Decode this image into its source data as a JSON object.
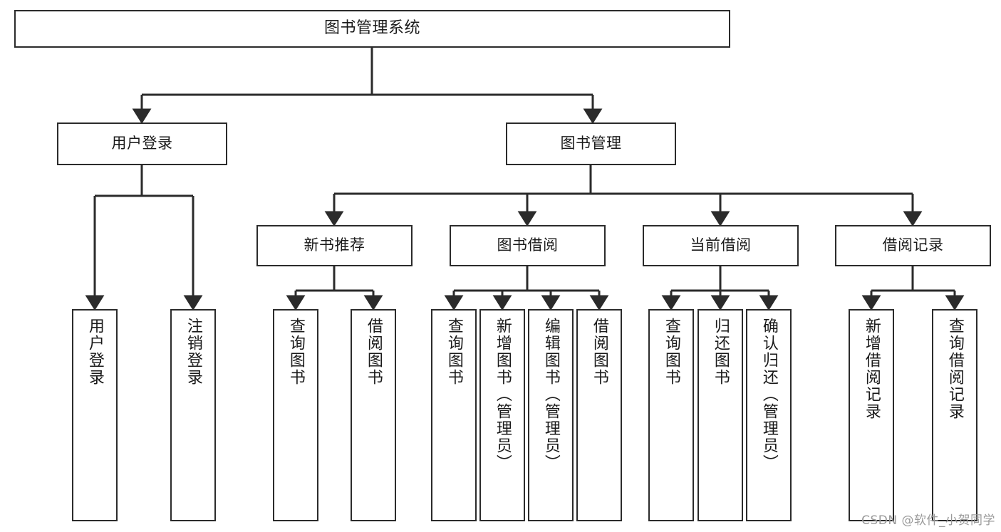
{
  "diagram": {
    "title_node": {
      "id": "root",
      "label": "图书管理系统"
    },
    "level2": [
      {
        "id": "login",
        "label": "用户登录"
      },
      {
        "id": "bookmgmt",
        "label": "图书管理"
      }
    ],
    "level3": [
      {
        "id": "newbook",
        "label": "新书推荐",
        "parent": "bookmgmt"
      },
      {
        "id": "borrow",
        "label": "图书借阅",
        "parent": "bookmgmt"
      },
      {
        "id": "current",
        "label": "当前借阅",
        "parent": "bookmgmt"
      },
      {
        "id": "records",
        "label": "借阅记录",
        "parent": "bookmgmt"
      }
    ],
    "leaves": [
      {
        "id": "leaf-1",
        "label": "用户登录",
        "parent": "login"
      },
      {
        "id": "leaf-2",
        "label": "注销登录",
        "parent": "login"
      },
      {
        "id": "leaf-3",
        "label": "查询图书",
        "parent": "newbook"
      },
      {
        "id": "leaf-4",
        "label": "借阅图书",
        "parent": "newbook"
      },
      {
        "id": "leaf-5",
        "label": "查询图书",
        "parent": "borrow"
      },
      {
        "id": "leaf-6",
        "label": "新增图书（管理员）",
        "parent": "borrow"
      },
      {
        "id": "leaf-7",
        "label": "编辑图书（管理员）",
        "parent": "borrow"
      },
      {
        "id": "leaf-8",
        "label": "借阅图书",
        "parent": "borrow"
      },
      {
        "id": "leaf-9",
        "label": "查询图书",
        "parent": "current"
      },
      {
        "id": "leaf-10",
        "label": "归还图书",
        "parent": "current"
      },
      {
        "id": "leaf-11",
        "label": "确认归还（管理员）",
        "parent": "current"
      },
      {
        "id": "leaf-12",
        "label": "新增借阅记录",
        "parent": "records"
      },
      {
        "id": "leaf-13",
        "label": "查询借阅记录",
        "parent": "records"
      }
    ],
    "watermark": "CSDN @软件_小贺同学",
    "colors": {
      "stroke": "#2b2b2b",
      "fill": "#ffffff",
      "watermark": "#9a9a9a"
    }
  }
}
